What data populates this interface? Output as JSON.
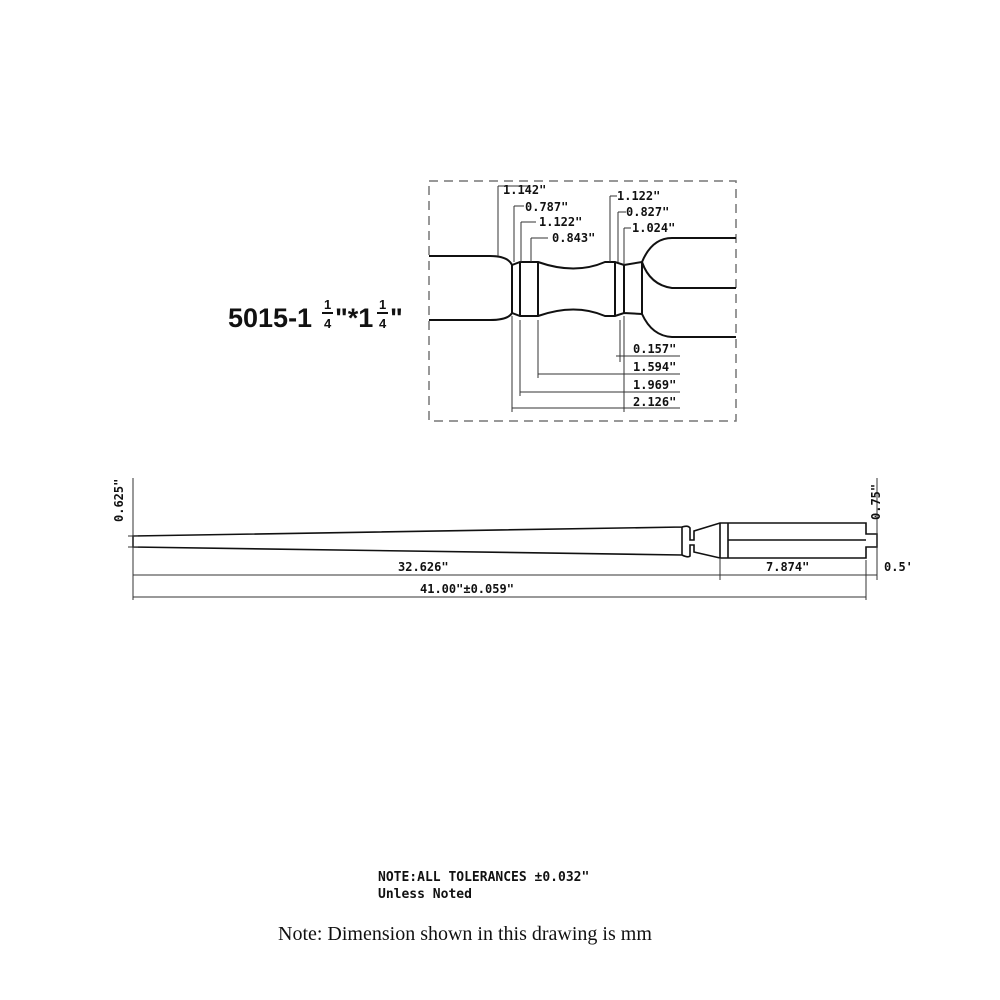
{
  "part_number": {
    "prefix": "5015-1",
    "num1": "1",
    "den1": "4",
    "mid": "\"*1",
    "num2": "1",
    "den2": "4",
    "suffix": "\""
  },
  "detail_dimensions": {
    "top": [
      "1.142\"",
      "0.787\"",
      "1.122\"",
      "0.843\"",
      "1.122\"",
      "0.827\"",
      "1.024\""
    ],
    "bottom": [
      "0.157\"",
      "1.594\"",
      "1.969\"",
      "2.126\""
    ]
  },
  "main_dimensions": {
    "left_height": "0.625\"",
    "right_height": "0.75\"",
    "taper_length": "32.626\"",
    "square_length": "7.874\"",
    "pin_length": "0.5'",
    "overall_length": "41.00\"±0.059\""
  },
  "notes": {
    "line1": "NOTE:ALL TOLERANCES ±0.032\"",
    "line2": "Unless Noted",
    "line3": "Note: Dimension shown in this drawing is mm"
  }
}
